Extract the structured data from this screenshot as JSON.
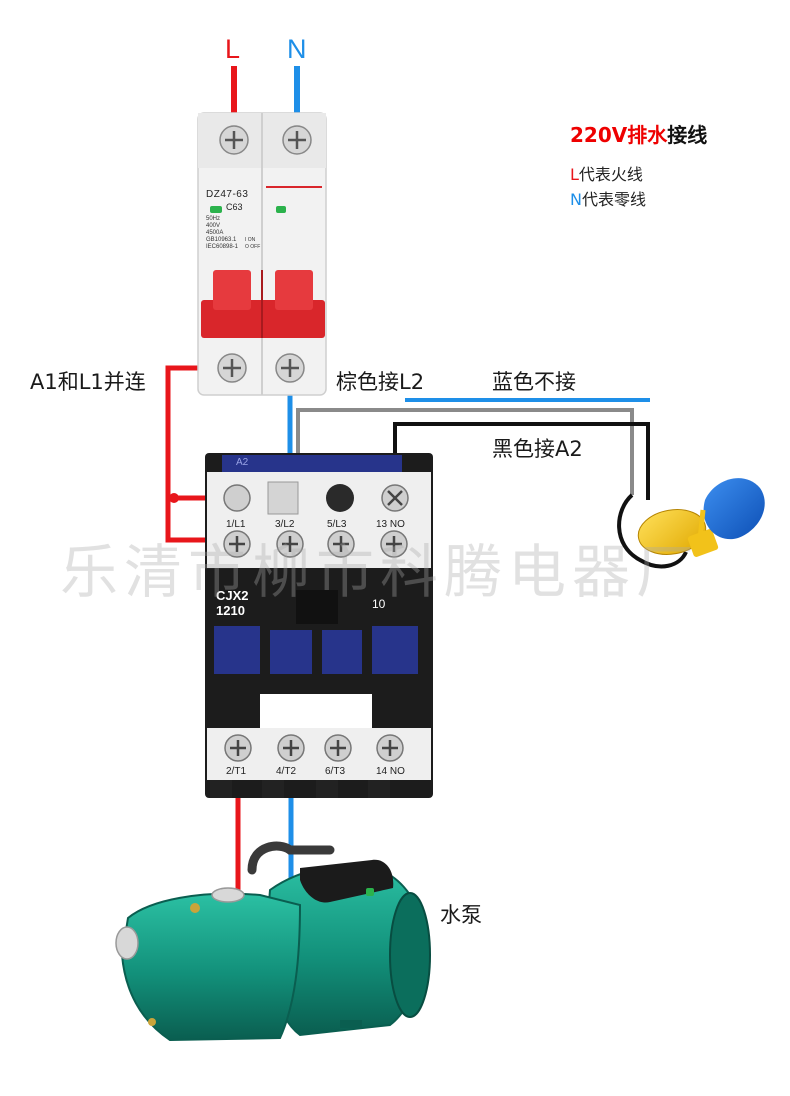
{
  "header": {
    "live_letter": "L",
    "neutral_letter": "N"
  },
  "legend": {
    "title_voltage": "220V",
    "title_red": "排水",
    "title_rest": "接线",
    "l_key": "L",
    "l_text": "代表火线",
    "n_key": "N",
    "n_text": "代表零线"
  },
  "breaker": {
    "model": "DZ47-63",
    "rating": "C63",
    "spec_lines": [
      "50Hz",
      "400V",
      "4500A",
      "GB10963.1",
      "IEC60898-1"
    ],
    "on_off": [
      "I ON",
      "O OFF"
    ]
  },
  "callouts": {
    "a1_l1": "A1和L1并连",
    "brown": "棕色接L2",
    "blue": "蓝色不接",
    "black": "黑色接A2",
    "pump": "水泵"
  },
  "contactor": {
    "model": "CJX2",
    "code": "1210",
    "aux": "10",
    "top_terminals": [
      "1/L1",
      "3/L2",
      "5/L3",
      "13 NO"
    ],
    "bottom_terminals": [
      "2/T1",
      "4/T2",
      "6/T3",
      "14 NO"
    ],
    "coil_band": "A2"
  },
  "watermark": "乐清市柳市科腾电器厂",
  "colors": {
    "live": "#e8161b",
    "neutral": "#1e8fe8",
    "brown_wire": "#8a8a8a",
    "black_wire": "#111111",
    "breaker_handle": "#d9262b",
    "contactor_body": "#1c1c1c",
    "contactor_blue": "#27348b",
    "pump": "#13967f",
    "float_switch": "#f2c21a"
  },
  "icons": [
    "circuit-breaker-icon",
    "contactor-icon",
    "float-switch-icon",
    "water-pump-icon",
    "terminal-screw-icon"
  ]
}
